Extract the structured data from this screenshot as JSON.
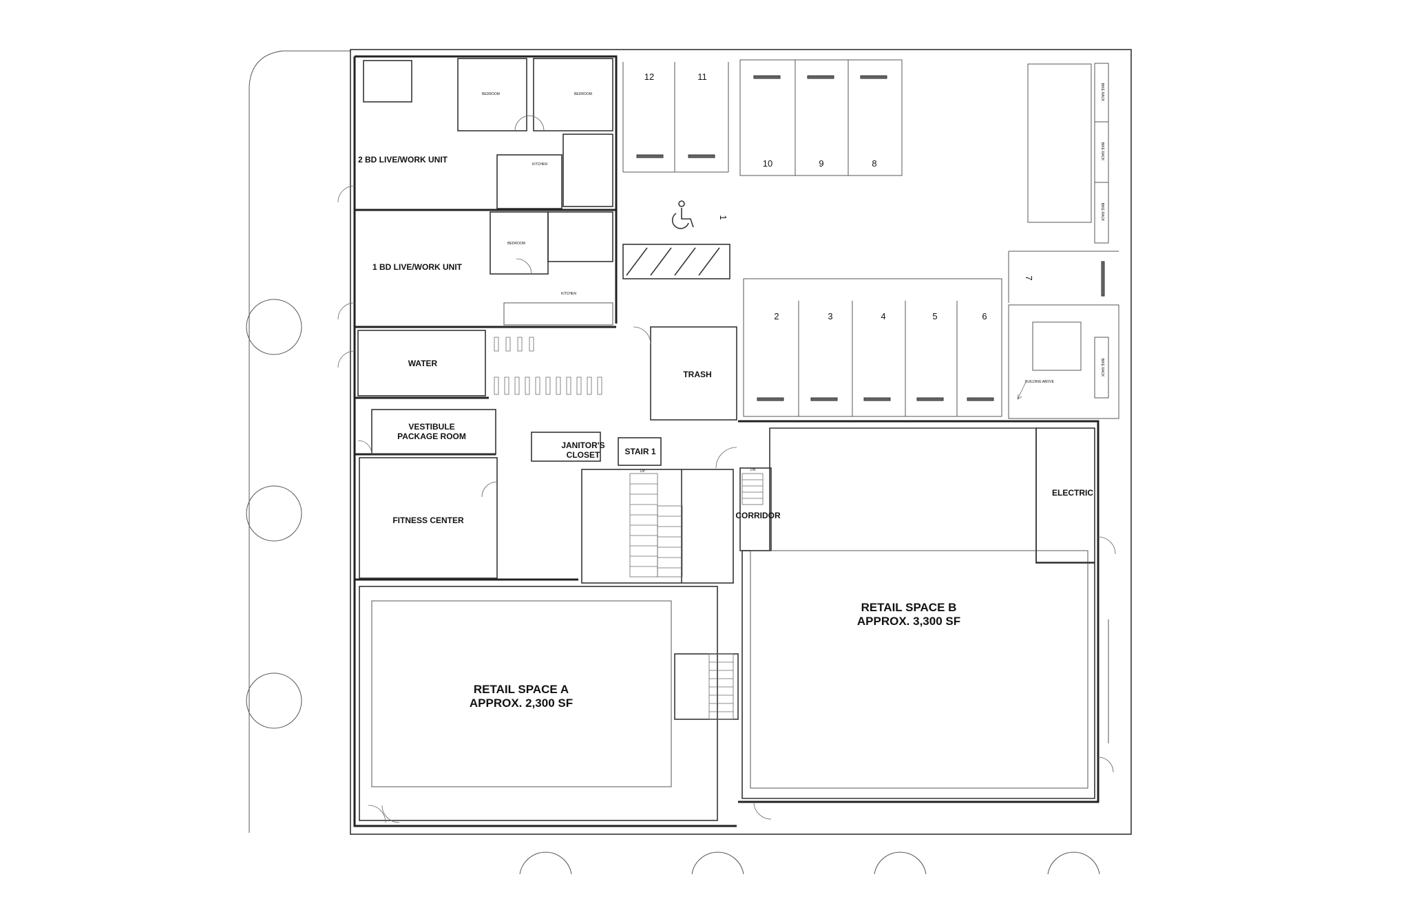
{
  "rooms": {
    "two_bd_unit": "2 BD LIVE/WORK UNIT",
    "one_bd_unit": "1 BD LIVE/WORK UNIT",
    "bedroom": "BEDROOM",
    "kitchen": "KITCHEN",
    "water": "WATER",
    "vestibule_line1": "VESTIBULE",
    "vestibule_line2": "PACKAGE ROOM",
    "fitness": "FITNESS CENTER",
    "janitor_line1": "JANITOR'S",
    "janitor_line2": "CLOSET",
    "stair": "STAIR 1",
    "trash": "TRASH",
    "corridor": "CORRIDOR",
    "electric": "ELECTRIC",
    "retail_a_line1": "RETAIL SPACE A",
    "retail_a_line2": "APPROX. 2,300 SF",
    "retail_b_line1": "RETAIL SPACE B",
    "retail_b_line2": "APPROX. 3,300 SF"
  },
  "parking": {
    "top_stalls": [
      "12",
      "11"
    ],
    "mid_stalls": [
      "10",
      "9",
      "8"
    ],
    "lower_stalls": [
      "2",
      "3",
      "4",
      "5",
      "6"
    ],
    "accessible_stall": "1",
    "side_stall": "7"
  },
  "annotations": {
    "bike_rack": "BIKE RACK",
    "building_above": "BUILDING ABOVE",
    "stair_up": "UP",
    "stair_down": "DN"
  }
}
